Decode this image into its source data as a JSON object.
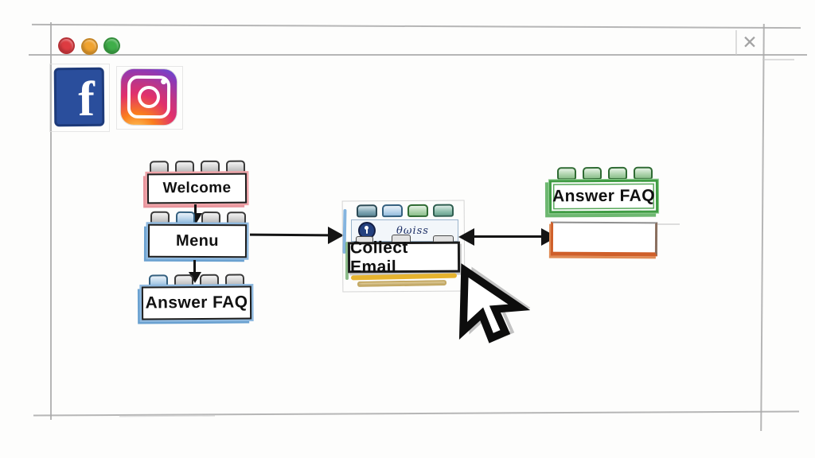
{
  "window": {
    "close_label": "✕"
  },
  "traffic_lights": {
    "red": "#dd3b41",
    "orange": "#f0a32f",
    "green": "#3fae49"
  },
  "logos": {
    "facebook_letter": "f",
    "facebook_color": "#2a4e9c",
    "instagram_gradient": [
      "#5851db",
      "#8a3ab9",
      "#e1306c",
      "#fa7e1e",
      "#fdd264"
    ]
  },
  "diagram": {
    "welcome": {
      "label": "Welcome",
      "accent": "#e8949c"
    },
    "menu": {
      "label": "Menu",
      "accent": "#5b9bd5"
    },
    "answer_faq_left": {
      "label": "Answer FAQ",
      "accent": "#5b9bd5"
    },
    "collect_email": {
      "label": "Collect Email",
      "scribble": "θωiss",
      "accent": "#e6b32e"
    },
    "answer_faq_right": {
      "label": "Answer FAQ",
      "accent": "#3f9c43"
    },
    "empty_brick": {
      "label": "",
      "accent": "#cf5f2a"
    }
  }
}
